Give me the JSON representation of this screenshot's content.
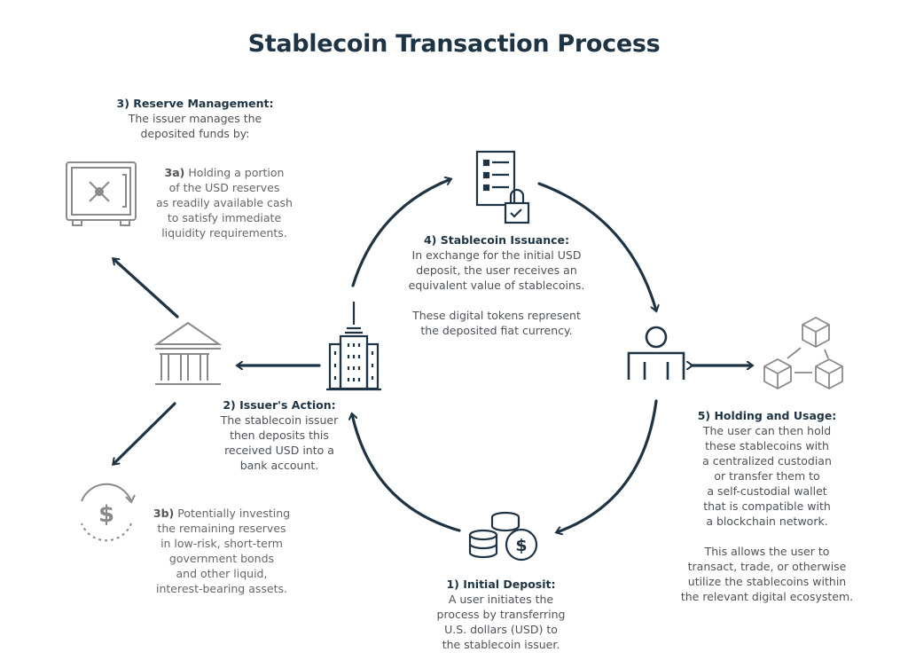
{
  "title": "Stablecoin Transaction Process",
  "steps": {
    "reserve": {
      "heading": "3) Reserve Management:",
      "lines": [
        "The issuer manages the",
        "deposited funds by:"
      ]
    },
    "reserve_a": {
      "label": "3a)",
      "lines": [
        "Holding a portion",
        "of the USD reserves",
        "as readily available cash",
        "to satisfy immediate",
        "liquidity requirements."
      ]
    },
    "reserve_b": {
      "label": "3b)",
      "lines": [
        "Potentially investing",
        "the remaining reserves",
        "in low-risk, short-term",
        "government bonds",
        "and other liquid,",
        "interest-bearing assets."
      ]
    },
    "issuance": {
      "heading": "4) Stablecoin Issuance:",
      "lines": [
        "In exchange for the initial USD",
        "deposit, the user receives an",
        "equivalent value of stablecoins."
      ],
      "lines2": [
        "These digital tokens represent",
        "the deposited fiat currency."
      ]
    },
    "issuer": {
      "heading": "2) Issuer's Action:",
      "lines": [
        "The stablecoin issuer",
        "then deposits this",
        "received USD into a",
        "bank account."
      ]
    },
    "holding": {
      "heading": "5) Holding and Usage:",
      "lines": [
        "The user can then hold",
        "these stablecoins with",
        "a centralized custodian",
        "or transfer them to",
        "a self-custodial wallet",
        "that is compatible with",
        "a blockchain network."
      ],
      "lines2": [
        "This allows the user to",
        "transact, trade, or otherwise",
        "utilize the stablecoins within",
        "the relevant digital ecosystem."
      ]
    },
    "deposit": {
      "heading": "1) Initial Deposit:",
      "lines": [
        "A user initiates the",
        "process by transferring",
        "U.S. dollars (USD) to",
        "the stablecoin issuer."
      ]
    }
  },
  "colors": {
    "primary": "#1e3444",
    "text": "#4d5258",
    "icon_gray": "#8a8a8a"
  }
}
